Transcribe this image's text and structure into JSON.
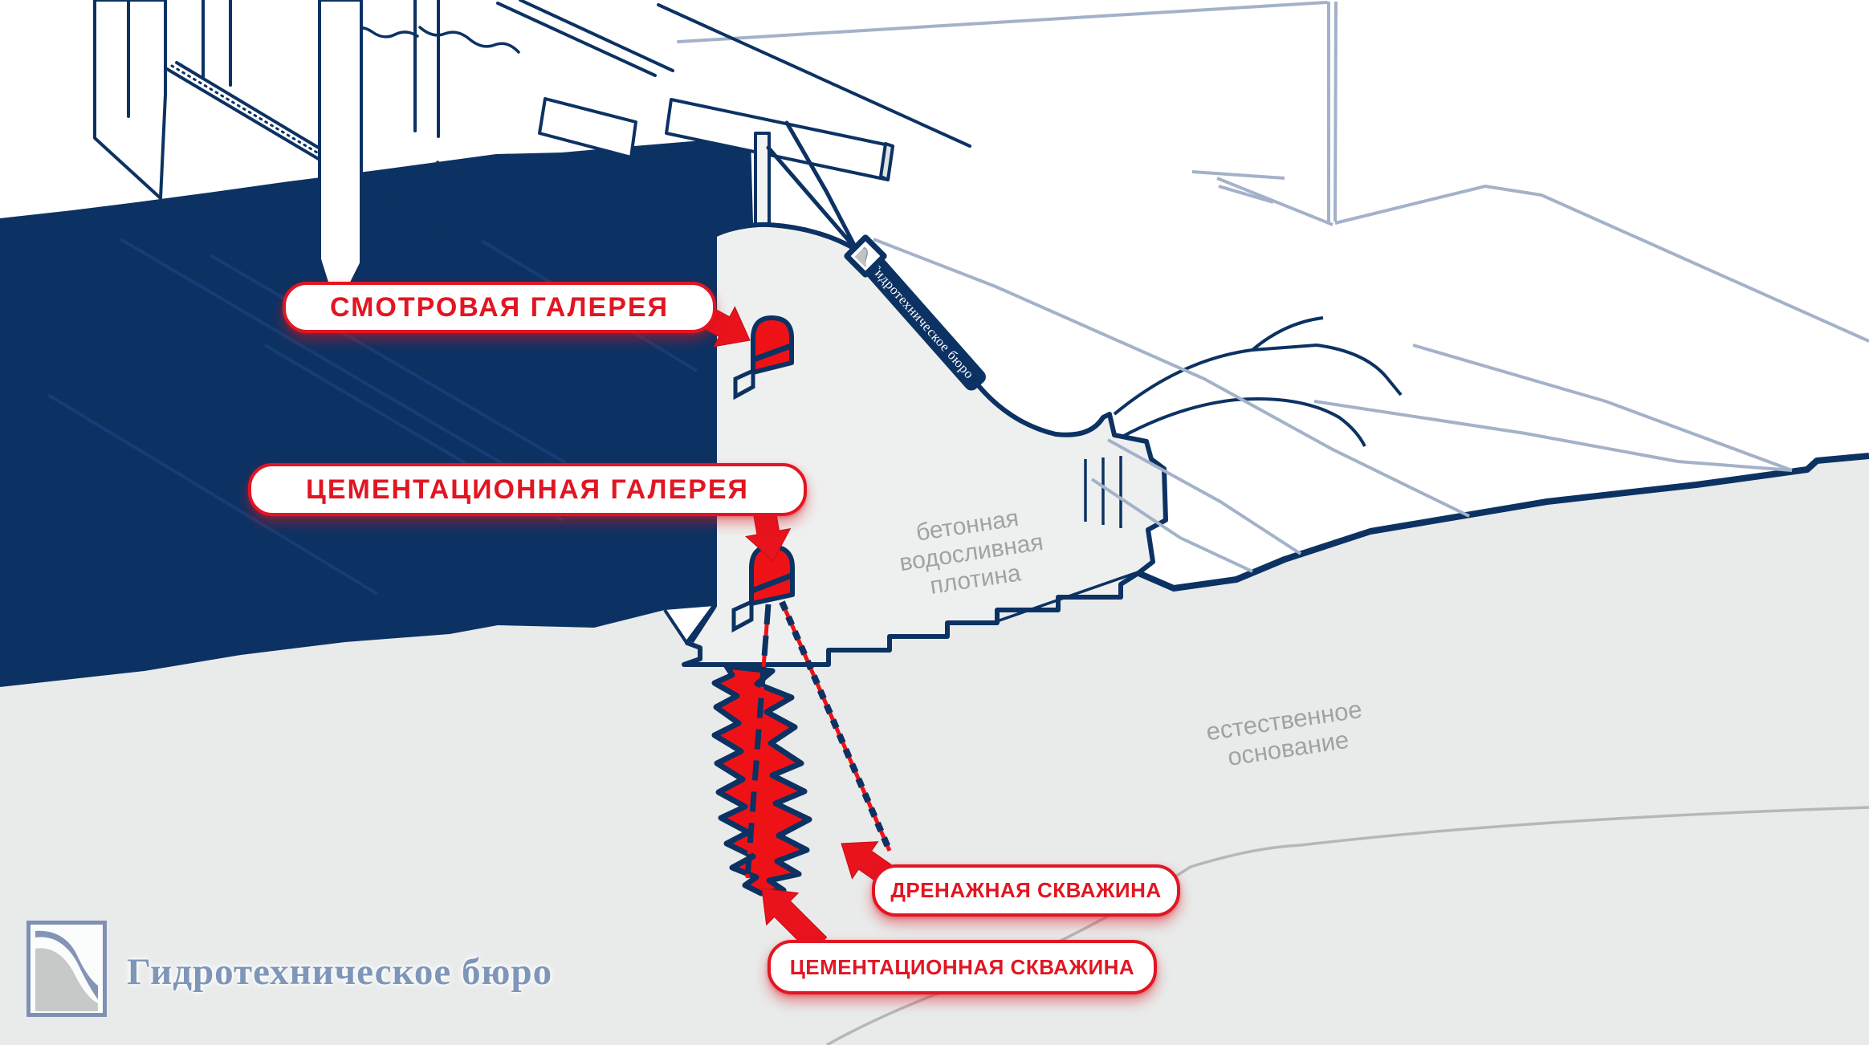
{
  "diagram": {
    "callouts": [
      {
        "id": "inspection-gallery",
        "label": "СМОТРОВАЯ ГАЛЕРЕЯ"
      },
      {
        "id": "grouting-gallery",
        "label": "ЦЕМЕНТАЦИОННАЯ ГАЛЕРЕЯ"
      },
      {
        "id": "drainage-borehole",
        "label": "ДРЕНАЖНАЯ СКВАЖИНА"
      },
      {
        "id": "grouting-borehole",
        "label": "ЦЕМЕНТАЦИОННАЯ СКВАЖИНА"
      }
    ],
    "part_labels": {
      "dam": {
        "line1": "бетонная",
        "line2": "водосливная",
        "line3": "плотина"
      },
      "foundation": {
        "line1": "естественное",
        "line2": "основание"
      }
    },
    "watermark_text": "Гидротехническое бюро"
  },
  "branding": {
    "company_name": "Гидротехническое бюро",
    "logo_icon": "spillway-profile-icon"
  },
  "colors": {
    "navy": "#0c3263",
    "red": "#ee1217",
    "label_red": "#e11622",
    "steel_blue": "#a3b2c9",
    "ground_gray": "#e8ebea",
    "dam_gray": "#eef0ef",
    "text_gray": "#9fa3a2",
    "brand_blue": "#7e96b8",
    "rock_line_gray": "#b5b8b7"
  }
}
